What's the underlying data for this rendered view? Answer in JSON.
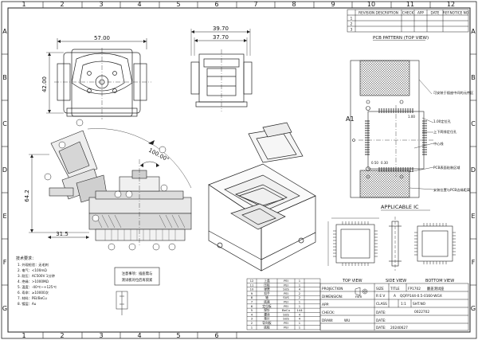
{
  "border": {
    "columns": [
      "1",
      "2",
      "3",
      "4",
      "5",
      "6",
      "7",
      "8",
      "9",
      "10",
      "11",
      "12"
    ],
    "rows": [
      "A",
      "B",
      "C",
      "D",
      "E",
      "F",
      "G"
    ]
  },
  "revision_table": {
    "headers": [
      "REVISION DESCRIPTION",
      "CHECK",
      "APP",
      "DATE",
      "REF.NOTICE NO"
    ],
    "rows": [
      "1",
      "2",
      "3"
    ]
  },
  "views": {
    "pcb_pattern": "PCB PATTERN (TOP VIEW)",
    "applicable_ic": "APPLICABLE IC",
    "top_view": "TOP VIEW",
    "side_view": "SIDE VIEW",
    "bottom_view": "BOTTOM VIEW"
  },
  "dimensions": {
    "width_top": "57.00",
    "height_left": "42.00",
    "side_outer": "39.70",
    "side_inner": "37.70",
    "open_angle": "100.00°",
    "height_section": "64.2",
    "base_section": "31.5",
    "pin_a1": "A1",
    "pcb_note_1": "1.00",
    "pcb_note_2": "0.50",
    "pcb_note_3": "0.30"
  },
  "pcb_callouts": [
    "可安装于插座中间的元件区",
    "1.00定位孔",
    "上下两排定位孔",
    "中心线",
    "PCB表面贴装区域",
    "安装位置与PCB边缘距离"
  ],
  "left_notes": {
    "heading": "技术要求：",
    "lines": [
      "1. 外观检验：无毛刺",
      "2. 电气：<100mΩ",
      "3. 耐压：AC500V 1分钟",
      "4. 绝缘：>1000MΩ",
      "5. 温度：-40℃~+125℃",
      "6. 寿命：≥10000次",
      "7. 材料：PEI/BeCu",
      "8. 镀层：Au"
    ]
  },
  "remark_box": [
    "注意事项：插座需与",
    "测试板对位后再锁紧"
  ],
  "bom": {
    "rows": [
      [
        "12",
        "上盖",
        "PEI",
        "1",
        ""
      ],
      [
        "11",
        "压板",
        "PEI",
        "1",
        ""
      ],
      [
        "10",
        "弹簧",
        "SUS",
        "4",
        ""
      ],
      [
        "9",
        "扣手",
        "PEI",
        "2",
        ""
      ],
      [
        "8",
        "轴",
        "SUS",
        "2",
        ""
      ],
      [
        "7",
        "底座",
        "PEI",
        "1",
        ""
      ],
      [
        "6",
        "定位板",
        "PEI",
        "1",
        ""
      ],
      [
        "5",
        "探针",
        "BeCu",
        "144",
        ""
      ],
      [
        "4",
        "螺丝",
        "SUS",
        "4",
        ""
      ],
      [
        "3",
        "垫片",
        "SUS",
        "4",
        ""
      ],
      [
        "2",
        "导向板",
        "PEI",
        "1",
        ""
      ],
      [
        "1",
        "底板",
        "PEI",
        "1",
        ""
      ]
    ]
  },
  "title_block": {
    "projection_label": "PROJECTION",
    "part_label": "FP1702",
    "part_name": "翻盖测试座",
    "dimension_label": "DIMENSION:",
    "dimension_unit": "mm",
    "rev_header": [
      "R E V",
      "A"
    ],
    "app_label": "APP:",
    "check_label": "CHECK:",
    "draw_label": "DRAW:",
    "draw_value": "WU",
    "date_label": "DATE:",
    "date_value": "20240627",
    "size_label": "SIZE",
    "title_label": "TITLE",
    "size_value": "A3",
    "title_value": "QQFP144-0.5-0160-WGX",
    "class_label": "CLASS",
    "scale": "1:1",
    "sheet_label": "SHT.NO",
    "part_no": "0022702"
  }
}
